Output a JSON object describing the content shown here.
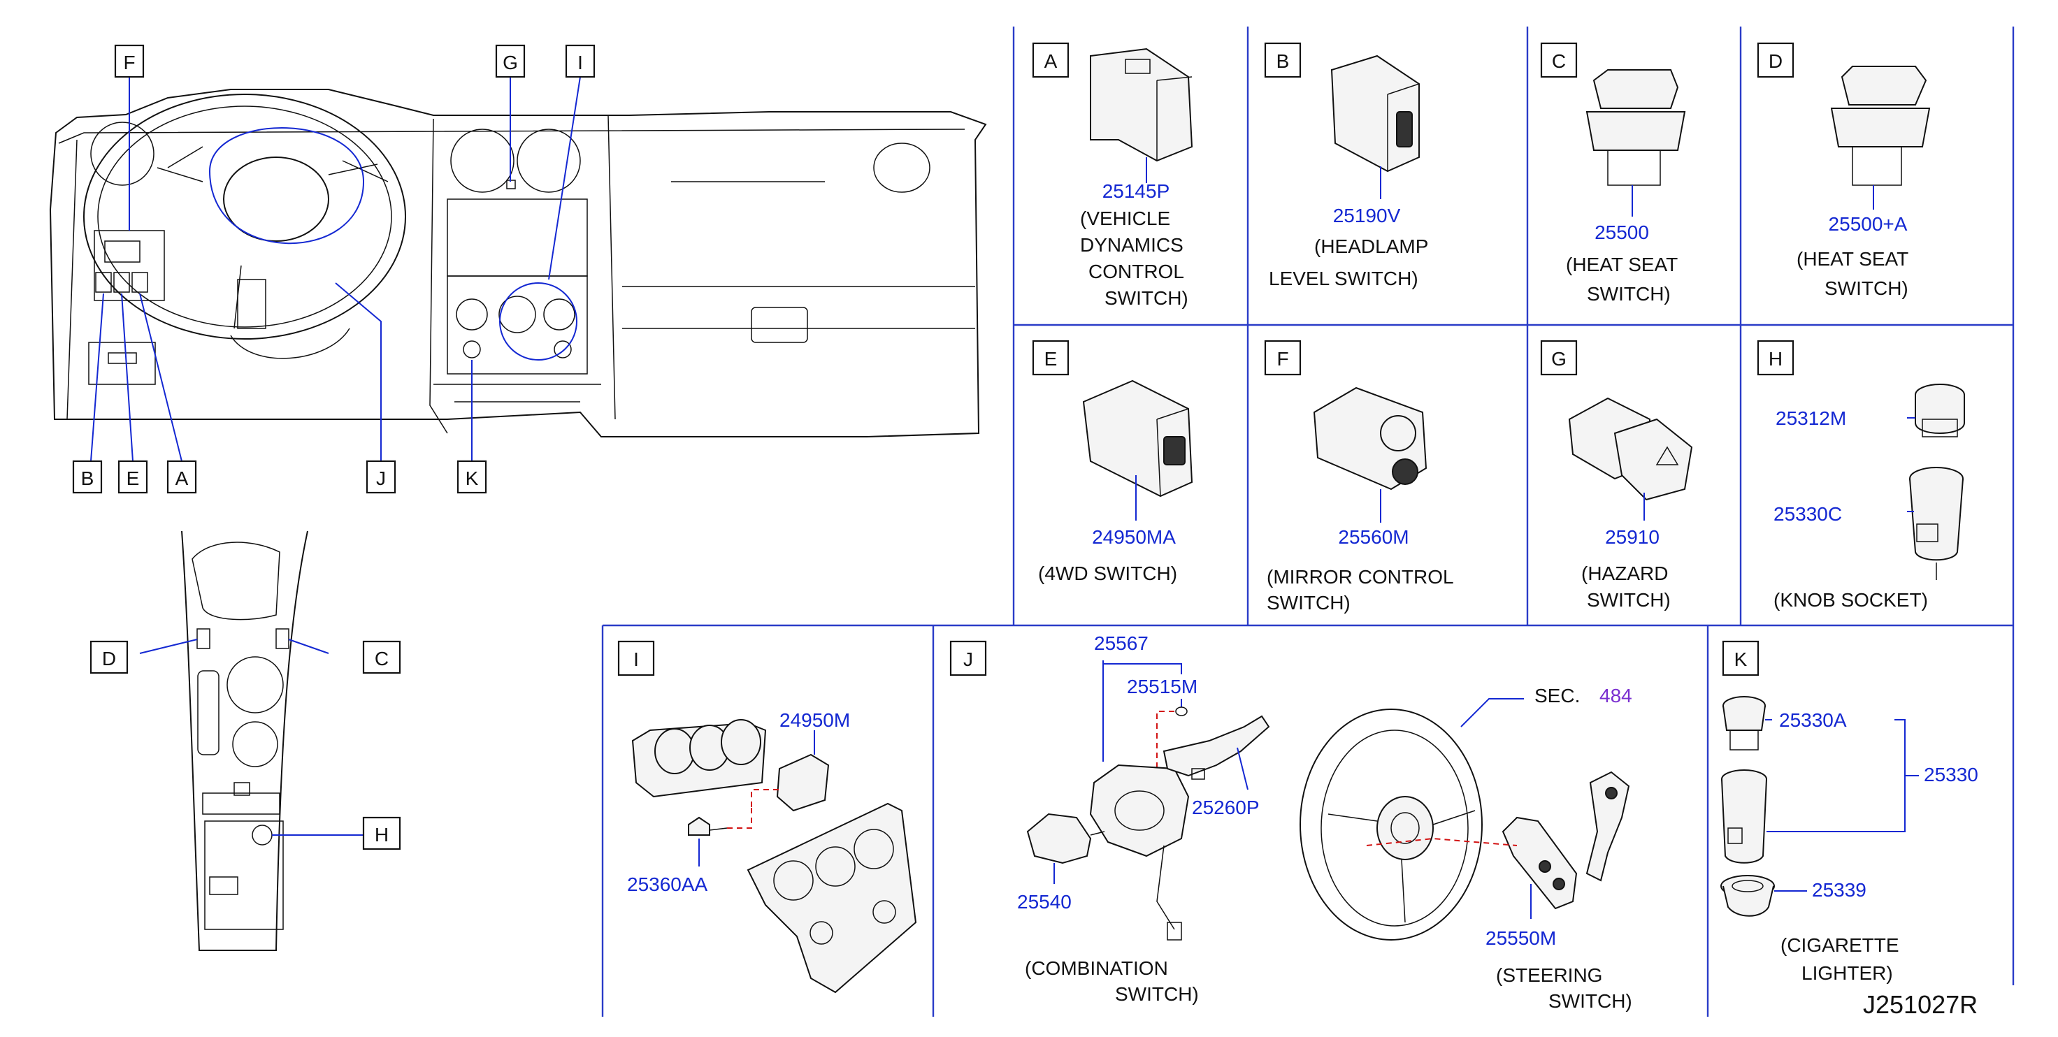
{
  "diagram_ref": "J251027R",
  "overview_callouts": [
    "F",
    "G",
    "I",
    "B",
    "E",
    "A",
    "J",
    "K",
    "D",
    "C",
    "H"
  ],
  "panels": {
    "A": {
      "letter": "A",
      "part": "25145P",
      "caption": [
        "(VEHICLE",
        "DYNAMICS",
        "CONTROL",
        "SWITCH)"
      ]
    },
    "B": {
      "letter": "B",
      "part": "25190V",
      "caption": [
        "(HEADLAMP",
        "LEVEL   SWITCH)"
      ]
    },
    "C": {
      "letter": "C",
      "part": "25500",
      "caption": [
        "(HEAT   SEAT",
        "SWITCH)"
      ]
    },
    "D": {
      "letter": "D",
      "part": "25500+A",
      "caption": [
        "(HEAT   SEAT",
        "SWITCH)"
      ]
    },
    "E": {
      "letter": "E",
      "part": "24950MA",
      "caption": [
        "(4WD   SWITCH)"
      ]
    },
    "F": {
      "letter": "F",
      "part": "25560M",
      "caption": [
        "(MIRROR   CONTROL",
        "SWITCH)"
      ]
    },
    "G": {
      "letter": "G",
      "part": "25910",
      "caption": [
        "(HAZARD",
        "SWITCH)"
      ]
    },
    "H": {
      "letter": "H",
      "parts": [
        "25312M",
        "25330C"
      ],
      "caption": [
        "(KNOB   SOCKET)"
      ]
    },
    "I": {
      "letter": "I",
      "parts": [
        "24950M",
        "25360AA"
      ]
    },
    "J": {
      "letter": "J",
      "parts": [
        "25567",
        "25515M",
        "25260P",
        "25540",
        "25550M"
      ],
      "sec_label": "SEC.",
      "sec_number": "484",
      "caption_combination": [
        "(COMBINATION",
        "SWITCH)"
      ],
      "caption_steering": [
        "(STEERING",
        "SWITCH)"
      ]
    },
    "K": {
      "letter": "K",
      "parts": [
        "25330A",
        "25330",
        "25339"
      ],
      "caption": [
        "(CIGARETTE",
        "LIGHTER)"
      ]
    }
  },
  "colors": {
    "part_number": "#1428d2",
    "section_ref": "#7a2fd0",
    "divider": "#2a3cc8",
    "leader_dashed": "#d21414"
  }
}
